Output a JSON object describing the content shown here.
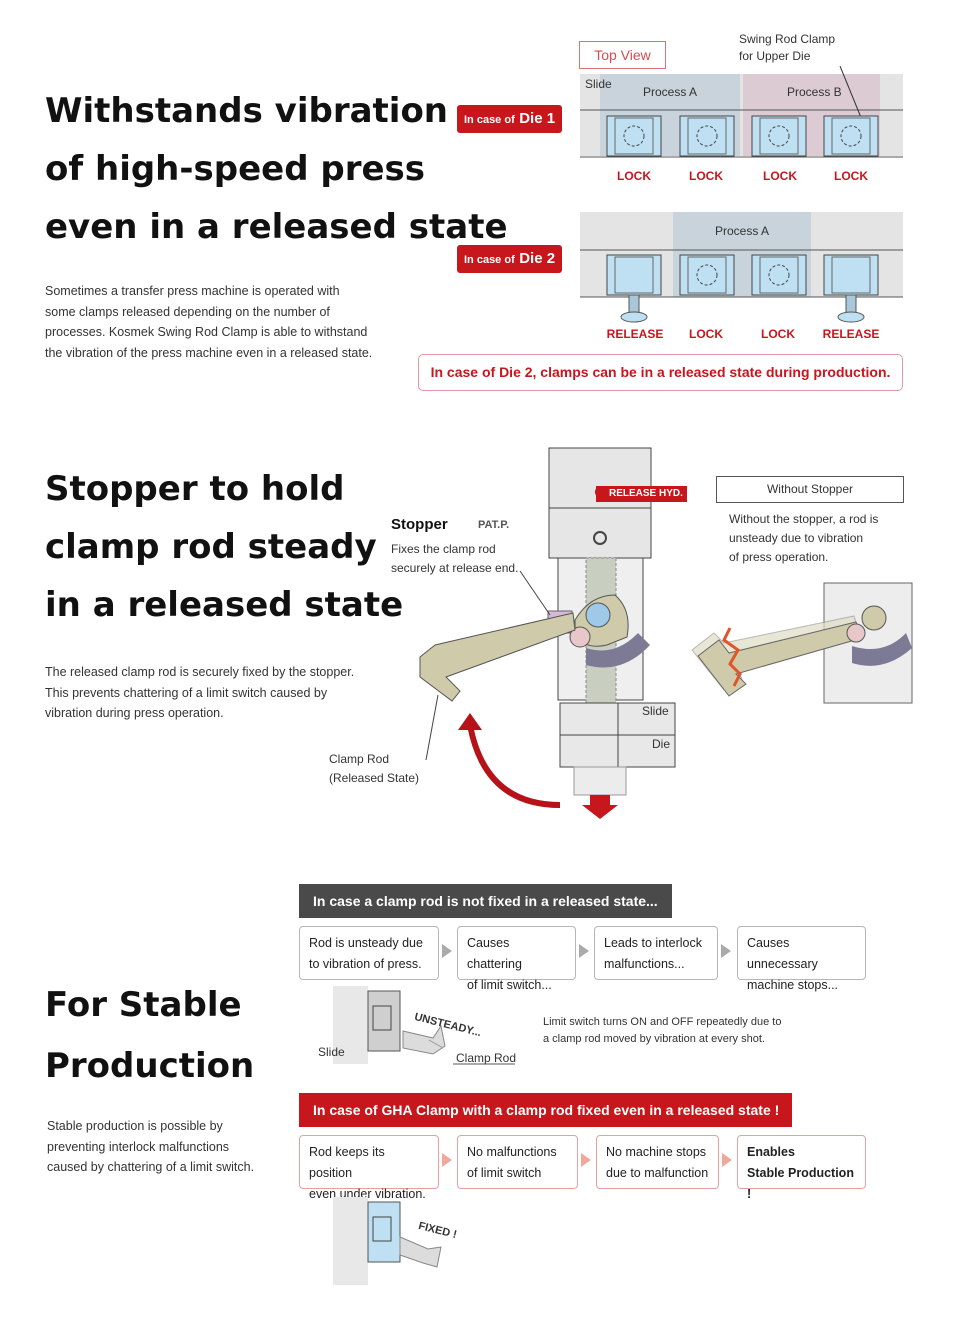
{
  "section1": {
    "heading": [
      "Withstands vibration",
      "of high-speed press",
      "even in a released state"
    ],
    "paragraph": [
      "Sometimes a transfer press machine is operated with",
      "some clamps released depending on the number of",
      "processes. Kosmek Swing Rod Clamp is able to withstand",
      "the vibration of the press machine even in a released state."
    ],
    "top_view_label": "Top View",
    "swing_rod_label": [
      "Swing Rod Clamp",
      "for Upper Die"
    ],
    "slide_label": "Slide",
    "process_a": "Process A",
    "process_b": "Process B",
    "die1_prefix": "In case of",
    "die1_name": "Die 1",
    "die2_prefix": "In case of",
    "die2_name": "Die 2",
    "die1_states": [
      "LOCK",
      "LOCK",
      "LOCK",
      "LOCK"
    ],
    "die2_states": [
      "RELEASE",
      "LOCK",
      "LOCK",
      "RELEASE"
    ],
    "note": "In case of Die 2, clamps can be in a released state during production."
  },
  "section2": {
    "heading": [
      "Stopper to hold",
      "clamp rod steady",
      "in a released state"
    ],
    "paragraph": [
      "The released clamp rod is securely fixed by the stopper.",
      "This prevents chattering of a limit switch caused by",
      "vibration during press operation."
    ],
    "stopper_title": "Stopper",
    "patent": "PAT.P.",
    "stopper_desc": [
      "Fixes the clamp rod",
      "securely at release end."
    ],
    "release_hyd": "RELEASE HYD.",
    "slide": "Slide",
    "die": "Die",
    "clamp_rod": [
      "Clamp Rod",
      "(Released State)"
    ],
    "without_stopper": "Without Stopper",
    "without_desc": [
      "Without the stopper, a rod is",
      "unsteady due to vibration",
      "of press operation."
    ]
  },
  "section3": {
    "heading": [
      "For Stable",
      "Production"
    ],
    "paragraph": [
      "Stable production is possible by",
      "preventing interlock malfunctions",
      "caused by chattering of a limit switch."
    ],
    "bad_bar": "In case a clamp rod is not fixed in a released state...",
    "bad_flow": [
      [
        "Rod is unsteady due",
        "to vibration of press."
      ],
      [
        "Causes chattering",
        "of limit switch..."
      ],
      [
        "Leads to interlock",
        "malfunctions..."
      ],
      [
        "Causes unnecessary",
        "machine stops..."
      ]
    ],
    "unsteady": "UNSTEADY...",
    "slide": "Slide",
    "clamp_rod": "Clamp Rod",
    "limit_note": [
      "Limit switch turns ON and OFF repeatedly due to",
      "a clamp rod moved by vibration at every shot."
    ],
    "good_bar": "In case of GHA Clamp with a clamp rod fixed even in a released state !",
    "good_flow": [
      [
        "Rod keeps its position",
        "even under vibration."
      ],
      [
        "No malfunctions",
        "of limit switch"
      ],
      [
        "No machine stops",
        "due to malfunction"
      ],
      [
        "Enables",
        "Stable Production !"
      ]
    ],
    "fixed": "FIXED !"
  }
}
